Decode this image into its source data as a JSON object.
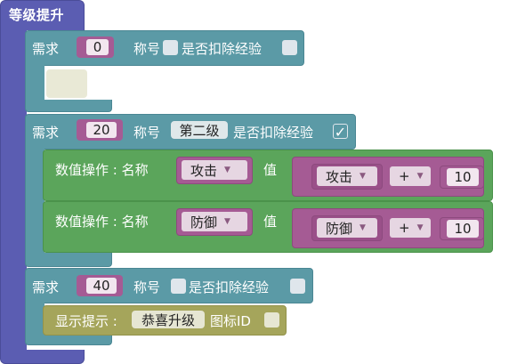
{
  "root": {
    "title": "等级提升"
  },
  "req1": {
    "label": "需求",
    "value": "0",
    "title_label": "称号",
    "deduct_label": "是否扣除经验",
    "deduct_checked": false
  },
  "req2": {
    "label": "需求",
    "value": "20",
    "title_label": "称号",
    "title_value": "第二级",
    "deduct_label": "是否扣除经验",
    "deduct_checked": true,
    "check_glyph": "✓"
  },
  "op1": {
    "label": "数值操作 : 名称",
    "attr": "攻击",
    "value_label": "值",
    "expr_attr": "攻击",
    "operator": "+",
    "operand": "10"
  },
  "op2": {
    "label": "数值操作 : 名称",
    "attr": "防御",
    "value_label": "值",
    "expr_attr": "防御",
    "operator": "+",
    "operand": "10"
  },
  "req3": {
    "label": "需求",
    "value": "40",
    "title_label": "称号",
    "deduct_label": "是否扣除经验",
    "deduct_checked": false
  },
  "tip": {
    "label": "显示提示 :",
    "text": "恭喜升级",
    "icon_label": "图标ID"
  },
  "dropdown_caret": "▼"
}
